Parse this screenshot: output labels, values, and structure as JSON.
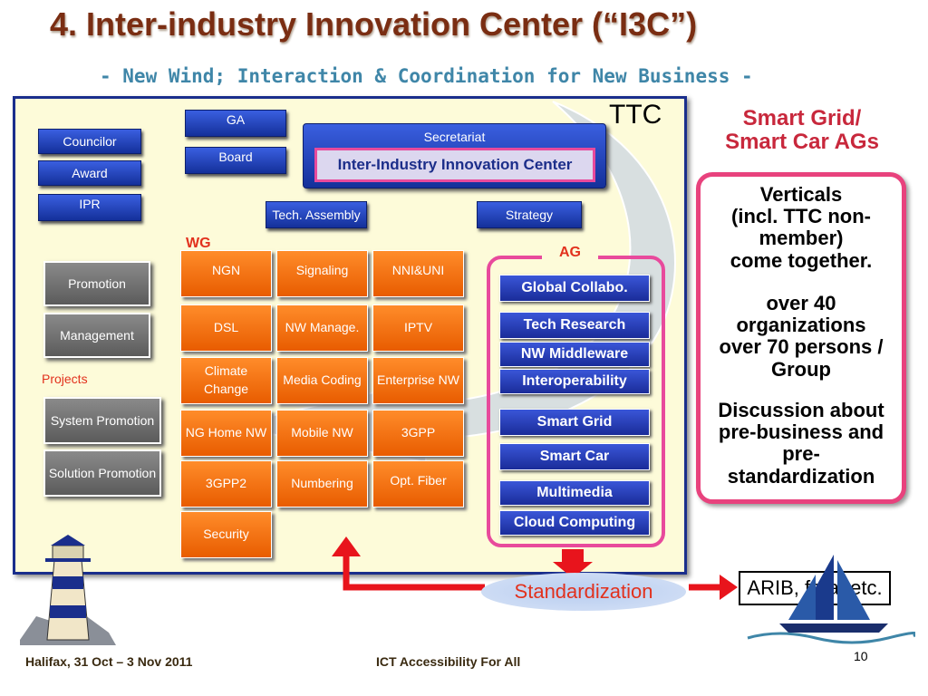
{
  "header": {
    "title": "4. Inter-industry Innovation Center (“I3C”)",
    "subtitle": "- New Wind; Interaction & Coordination for New Business -"
  },
  "diagram": {
    "ttc_label": "TTC",
    "top_left": [
      "Councilor",
      "Award",
      "IPR"
    ],
    "governance": {
      "ga": "GA",
      "board": "Board",
      "secretariat": "Secretariat",
      "center": "Inter-Industry Innovation Center",
      "tech_assembly": "Tech. Assembly",
      "strategy": "Strategy"
    },
    "left_groups": [
      "Promotion",
      "Management"
    ],
    "projects_label": "Projects",
    "projects": [
      "System Promotion",
      "Solution Promotion"
    ],
    "wg_label": "WG",
    "wg": {
      "r1": [
        "NGN",
        "Signaling",
        "NNI&UNI"
      ],
      "r2": [
        "DSL",
        "NW Manage.",
        "IPTV"
      ],
      "r3a": "Climate",
      "r3b": "Change",
      "r3": [
        "Media Coding",
        "Enterprise NW"
      ],
      "r4": [
        "NG Home NW",
        "Mobile NW",
        "3GPP"
      ],
      "r5": [
        "3GPP2",
        "Numbering",
        "Opt. Fiber"
      ],
      "r6": "Security"
    },
    "ag_label": "AG",
    "ag": [
      "Global Collabo.",
      "Tech Research",
      "NW Middleware",
      "Interoperability",
      "Smart Grid",
      "Smart Car",
      "Multimedia",
      "Cloud Computing"
    ],
    "standardization": "Standardization",
    "external": "ARIB, fora, etc."
  },
  "sidebar": {
    "heading_line1": "Smart Grid/",
    "heading_line2": "Smart Car AGs",
    "lines_a": [
      "Verticals",
      "(incl. TTC non-",
      "member)",
      "come together."
    ],
    "lines_b": [
      "over 40",
      "organizations",
      "over 70 persons /",
      "Group"
    ],
    "lines_c": [
      "Discussion about",
      "pre-business and",
      "pre-",
      "standardization"
    ]
  },
  "footer": {
    "left": "Halifax, 31 Oct – 3 Nov 2011",
    "center": "ICT Accessibility For All",
    "page": "10"
  },
  "colors": {
    "title": "#7a2d12",
    "subtitle": "#3f86a8",
    "panel_bg": "#fdfbd9",
    "panel_border": "#1a2e8c",
    "orange": "#ff7a14",
    "pink": "#e84a9c",
    "red_arrow": "#e8141c"
  }
}
